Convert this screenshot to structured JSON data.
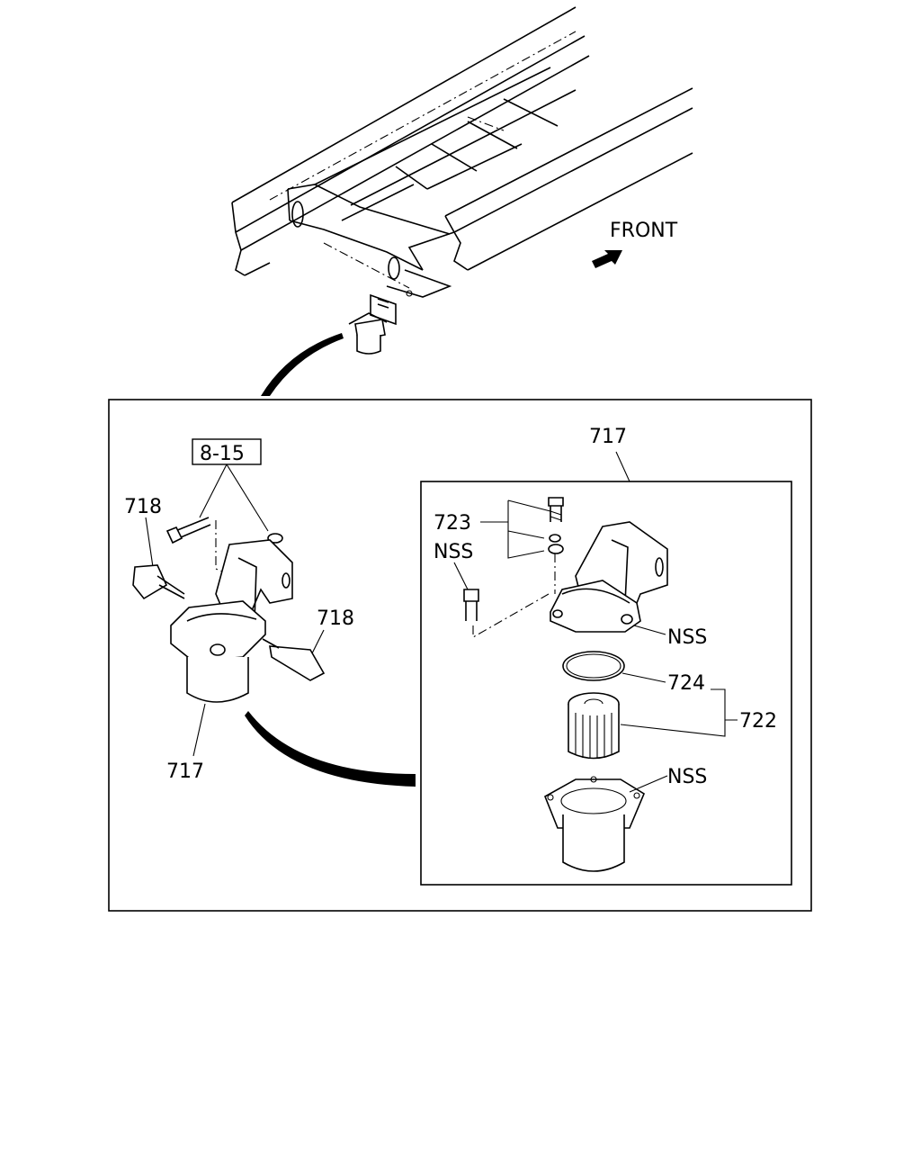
{
  "direction_label": "FRONT",
  "detail": {
    "ref_label": "8-15",
    "callouts": {
      "sensor_left": "718",
      "sensor_right": "718",
      "filter_assembly": "717"
    }
  },
  "exploded": {
    "title": "717",
    "callouts": {
      "bolt_set": "723",
      "mount_bolt": "NSS",
      "filter_head": "NSS",
      "o_ring": "724",
      "element_kit": "722",
      "filter_bowl": "NSS"
    }
  }
}
